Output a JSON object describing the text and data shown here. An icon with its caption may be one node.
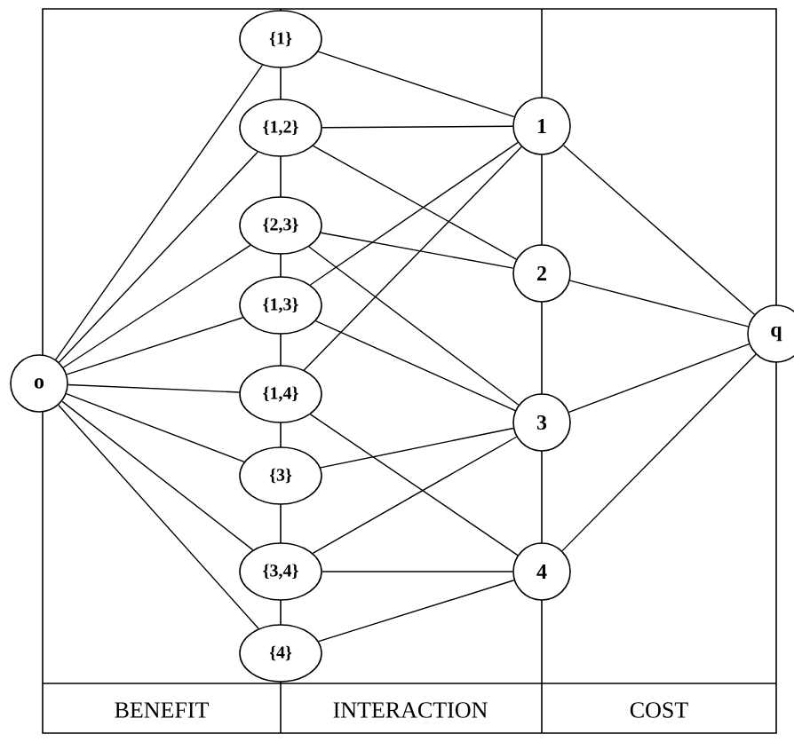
{
  "diagram": {
    "nodes": [
      {
        "text": [
          "o"
        ]
      },
      {
        "text": [
          "{1}"
        ]
      },
      {
        "text": [
          "{1,2}"
        ]
      },
      {
        "text": [
          "{2,3}"
        ]
      },
      {
        "text": [
          "{1,3}"
        ]
      },
      {
        "text": [
          "{1,4}"
        ]
      },
      {
        "text": [
          "{3}"
        ]
      },
      {
        "text": [
          "{3,4}"
        ]
      },
      {
        "text": [
          "{4}"
        ]
      },
      {
        "text": [
          "1"
        ]
      },
      {
        "text": [
          "2"
        ]
      },
      {
        "text": [
          "3"
        ]
      },
      {
        "text": [
          "4"
        ]
      },
      {
        "text": [
          "q"
        ]
      }
    ],
    "edges": [
      {
        "from": 0,
        "to": 1,
        "arrow": "none"
      },
      {
        "from": 0,
        "to": 2,
        "arrow": "none"
      },
      {
        "from": 0,
        "to": 3,
        "arrow": "none"
      },
      {
        "from": 0,
        "to": 4,
        "arrow": "none"
      },
      {
        "from": 0,
        "to": 5,
        "arrow": "none"
      },
      {
        "from": 0,
        "to": 6,
        "arrow": "none"
      },
      {
        "from": 0,
        "to": 7,
        "arrow": "none"
      },
      {
        "from": 0,
        "to": 8,
        "arrow": "none"
      },
      {
        "from": 1,
        "to": 9,
        "arrow": "none"
      },
      {
        "from": 2,
        "to": 9,
        "arrow": "none"
      },
      {
        "from": 2,
        "to": 10,
        "arrow": "none"
      },
      {
        "from": 3,
        "to": 10,
        "arrow": "none"
      },
      {
        "from": 3,
        "to": 11,
        "arrow": "none"
      },
      {
        "from": 4,
        "to": 9,
        "arrow": "none"
      },
      {
        "from": 4,
        "to": 11,
        "arrow": "none"
      },
      {
        "from": 5,
        "to": 9,
        "arrow": "none"
      },
      {
        "from": 5,
        "to": 12,
        "arrow": "none"
      },
      {
        "from": 6,
        "to": 11,
        "arrow": "none"
      },
      {
        "from": 7,
        "to": 11,
        "arrow": "none"
      },
      {
        "from": 7,
        "to": 12,
        "arrow": "none"
      },
      {
        "from": 8,
        "to": 12,
        "arrow": "none"
      },
      {
        "from": 9,
        "to": 13,
        "arrow": "none"
      },
      {
        "from": 10,
        "to": 13,
        "arrow": "none"
      },
      {
        "from": 11,
        "to": 13,
        "arrow": "none"
      },
      {
        "from": 12,
        "to": 13,
        "arrow": "none"
      }
    ],
    "labels": [
      "BENEFIT",
      "INTERACTION",
      "COST"
    ]
  }
}
